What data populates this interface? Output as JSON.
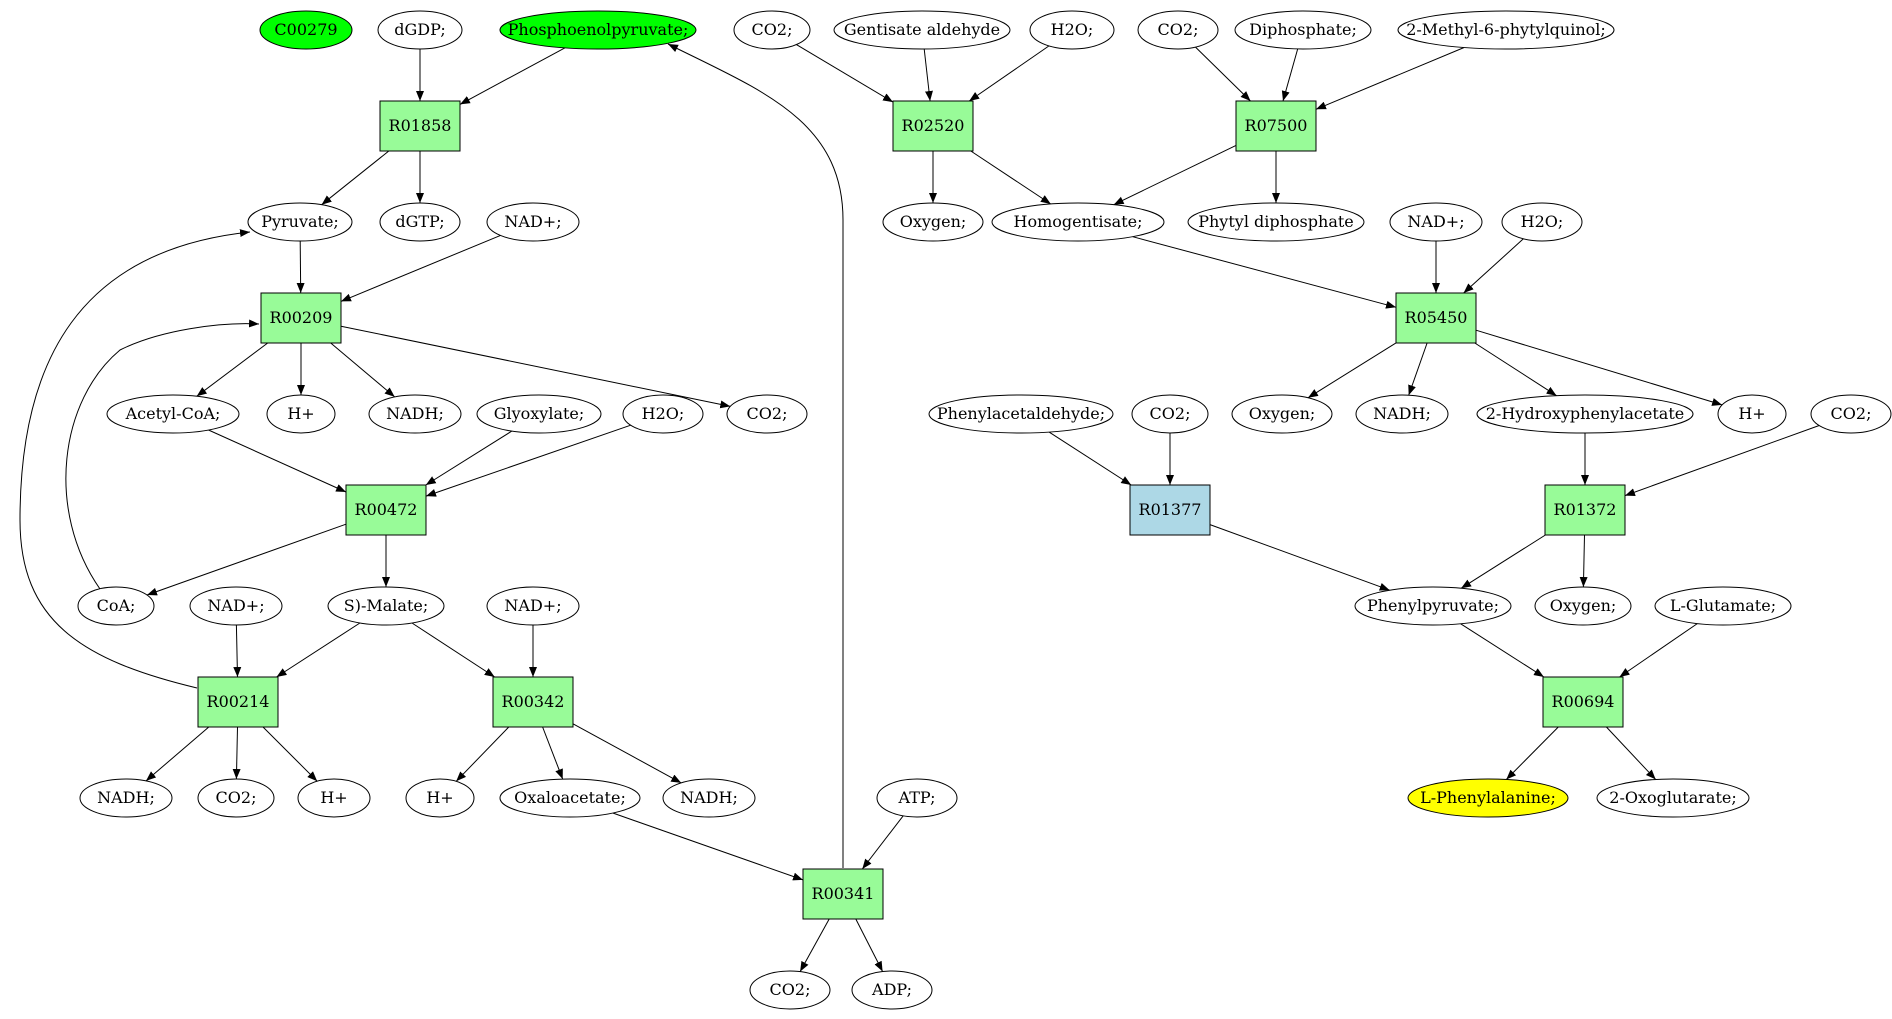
{
  "diagram": {
    "colors": {
      "reaction_default": "#98fb98",
      "reaction_alt": "#add8e6",
      "compound_default": "#ffffff",
      "compound_green": "#00ff00",
      "compound_yellow": "#ffff00",
      "stroke": "#000000"
    },
    "nodes": [
      {
        "id": "c_c00279",
        "kind": "compound",
        "label": "C00279",
        "fill": "green"
      },
      {
        "id": "c_dgdp",
        "kind": "compound",
        "label": "dGDP;"
      },
      {
        "id": "c_pep",
        "kind": "compound",
        "label": "Phosphoenolpyruvate;",
        "fill": "green"
      },
      {
        "id": "r_r01858",
        "kind": "reaction",
        "label": "R01858"
      },
      {
        "id": "c_pyruvate",
        "kind": "compound",
        "label": "Pyruvate;"
      },
      {
        "id": "c_dgtp",
        "kind": "compound",
        "label": "dGTP;"
      },
      {
        "id": "c_nad1",
        "kind": "compound",
        "label": "NAD+;"
      },
      {
        "id": "r_r00209",
        "kind": "reaction",
        "label": "R00209"
      },
      {
        "id": "c_acetylcoa",
        "kind": "compound",
        "label": "Acetyl-CoA;"
      },
      {
        "id": "c_h1",
        "kind": "compound",
        "label": "H+"
      },
      {
        "id": "c_nadh1",
        "kind": "compound",
        "label": "NADH;"
      },
      {
        "id": "c_glyoxylate",
        "kind": "compound",
        "label": "Glyoxylate;"
      },
      {
        "id": "c_h2o1",
        "kind": "compound",
        "label": "H2O;"
      },
      {
        "id": "c_co2_1",
        "kind": "compound",
        "label": "CO2;"
      },
      {
        "id": "r_r00472",
        "kind": "reaction",
        "label": "R00472"
      },
      {
        "id": "c_coa",
        "kind": "compound",
        "label": "CoA;"
      },
      {
        "id": "c_nad2",
        "kind": "compound",
        "label": "NAD+;"
      },
      {
        "id": "c_malate",
        "kind": "compound",
        "label": "S)-Malate;"
      },
      {
        "id": "c_nad3",
        "kind": "compound",
        "label": "NAD+;"
      },
      {
        "id": "r_r00214",
        "kind": "reaction",
        "label": "R00214"
      },
      {
        "id": "r_r00342",
        "kind": "reaction",
        "label": "R00342"
      },
      {
        "id": "c_nadh2",
        "kind": "compound",
        "label": "NADH;"
      },
      {
        "id": "c_co2_2",
        "kind": "compound",
        "label": "CO2;"
      },
      {
        "id": "c_h2",
        "kind": "compound",
        "label": "H+"
      },
      {
        "id": "c_h3",
        "kind": "compound",
        "label": "H+"
      },
      {
        "id": "c_oxaloacetate",
        "kind": "compound",
        "label": "Oxaloacetate;"
      },
      {
        "id": "c_nadh3",
        "kind": "compound",
        "label": "NADH;"
      },
      {
        "id": "c_atp",
        "kind": "compound",
        "label": "ATP;"
      },
      {
        "id": "r_r00341",
        "kind": "reaction",
        "label": "R00341"
      },
      {
        "id": "c_co2_3",
        "kind": "compound",
        "label": "CO2;"
      },
      {
        "id": "c_adp",
        "kind": "compound",
        "label": "ADP;"
      },
      {
        "id": "c_co2_4",
        "kind": "compound",
        "label": "CO2;"
      },
      {
        "id": "c_gentisate",
        "kind": "compound",
        "label": "Gentisate aldehyde"
      },
      {
        "id": "c_h2o2",
        "kind": "compound",
        "label": "H2O;"
      },
      {
        "id": "c_co2_5",
        "kind": "compound",
        "label": "CO2;"
      },
      {
        "id": "c_diphosphate",
        "kind": "compound",
        "label": "Diphosphate;"
      },
      {
        "id": "c_mpq",
        "kind": "compound",
        "label": "2-Methyl-6-phytylquinol;"
      },
      {
        "id": "r_r02520",
        "kind": "reaction",
        "label": "R02520"
      },
      {
        "id": "r_r07500",
        "kind": "reaction",
        "label": "R07500"
      },
      {
        "id": "c_oxygen1",
        "kind": "compound",
        "label": "Oxygen;"
      },
      {
        "id": "c_homogentisate",
        "kind": "compound",
        "label": "Homogentisate;"
      },
      {
        "id": "c_phytyl",
        "kind": "compound",
        "label": "Phytyl diphosphate"
      },
      {
        "id": "c_nad4",
        "kind": "compound",
        "label": "NAD+;"
      },
      {
        "id": "c_h2o3",
        "kind": "compound",
        "label": "H2O;"
      },
      {
        "id": "r_r05450",
        "kind": "reaction",
        "label": "R05450"
      },
      {
        "id": "c_phenylacetaldehyde",
        "kind": "compound",
        "label": "Phenylacetaldehyde;"
      },
      {
        "id": "c_co2_6",
        "kind": "compound",
        "label": "CO2;"
      },
      {
        "id": "c_oxygen2",
        "kind": "compound",
        "label": "Oxygen;"
      },
      {
        "id": "c_nadh4",
        "kind": "compound",
        "label": "NADH;"
      },
      {
        "id": "c_hpa",
        "kind": "compound",
        "label": "2-Hydroxyphenylacetate"
      },
      {
        "id": "c_h4",
        "kind": "compound",
        "label": "H+"
      },
      {
        "id": "c_co2_7",
        "kind": "compound",
        "label": "CO2;"
      },
      {
        "id": "r_r01377",
        "kind": "reaction",
        "label": "R01377",
        "fill": "alt"
      },
      {
        "id": "r_r01372",
        "kind": "reaction",
        "label": "R01372"
      },
      {
        "id": "c_phenylpyruvate",
        "kind": "compound",
        "label": "Phenylpyruvate;"
      },
      {
        "id": "c_oxygen3",
        "kind": "compound",
        "label": "Oxygen;"
      },
      {
        "id": "c_glutamate",
        "kind": "compound",
        "label": "L-Glutamate;"
      },
      {
        "id": "r_r00694",
        "kind": "reaction",
        "label": "R00694"
      },
      {
        "id": "c_phenylalanine",
        "kind": "compound",
        "label": "L-Phenylalanine;",
        "fill": "yellow"
      },
      {
        "id": "c_oxoglutarate",
        "kind": "compound",
        "label": "2-Oxoglutarate;"
      }
    ],
    "edges": [
      [
        "c_dgdp",
        "r_r01858"
      ],
      [
        "c_pep",
        "r_r01858"
      ],
      [
        "r_r01858",
        "c_pyruvate"
      ],
      [
        "r_r01858",
        "c_dgtp"
      ],
      [
        "c_pyruvate",
        "r_r00209"
      ],
      [
        "c_nad1",
        "r_r00209"
      ],
      [
        "r_r00209",
        "c_acetylcoa"
      ],
      [
        "r_r00209",
        "c_h1"
      ],
      [
        "r_r00209",
        "c_nadh1"
      ],
      [
        "r_r00209",
        "c_co2_1"
      ],
      [
        "c_acetylcoa",
        "r_r00472"
      ],
      [
        "c_glyoxylate",
        "r_r00472"
      ],
      [
        "c_h2o1",
        "r_r00472"
      ],
      [
        "r_r00472",
        "c_coa"
      ],
      [
        "r_r00472",
        "c_malate"
      ],
      [
        "c_coa",
        "r_r00209"
      ],
      [
        "c_nad2",
        "r_r00214"
      ],
      [
        "c_malate",
        "r_r00214"
      ],
      [
        "r_r00214",
        "c_nadh2"
      ],
      [
        "r_r00214",
        "c_co2_2"
      ],
      [
        "r_r00214",
        "c_h2"
      ],
      [
        "r_r00214",
        "c_pyruvate"
      ],
      [
        "c_malate",
        "r_r00342"
      ],
      [
        "c_nad3",
        "r_r00342"
      ],
      [
        "r_r00342",
        "c_h3"
      ],
      [
        "r_r00342",
        "c_oxaloacetate"
      ],
      [
        "r_r00342",
        "c_nadh3"
      ],
      [
        "c_oxaloacetate",
        "r_r00341"
      ],
      [
        "c_atp",
        "r_r00341"
      ],
      [
        "r_r00341",
        "c_co2_3"
      ],
      [
        "r_r00341",
        "c_adp"
      ],
      [
        "r_r00341",
        "c_pep"
      ],
      [
        "c_co2_4",
        "r_r02520"
      ],
      [
        "c_gentisate",
        "r_r02520"
      ],
      [
        "c_h2o2",
        "r_r02520"
      ],
      [
        "r_r02520",
        "c_oxygen1"
      ],
      [
        "r_r02520",
        "c_homogentisate"
      ],
      [
        "c_co2_5",
        "r_r07500"
      ],
      [
        "c_diphosphate",
        "r_r07500"
      ],
      [
        "c_mpq",
        "r_r07500"
      ],
      [
        "r_r07500",
        "c_homogentisate"
      ],
      [
        "r_r07500",
        "c_phytyl"
      ],
      [
        "c_homogentisate",
        "r_r05450"
      ],
      [
        "c_nad4",
        "r_r05450"
      ],
      [
        "c_h2o3",
        "r_r05450"
      ],
      [
        "r_r05450",
        "c_oxygen2"
      ],
      [
        "r_r05450",
        "c_nadh4"
      ],
      [
        "r_r05450",
        "c_hpa"
      ],
      [
        "r_r05450",
        "c_h4"
      ],
      [
        "c_phenylacetaldehyde",
        "r_r01377"
      ],
      [
        "c_co2_6",
        "r_r01377"
      ],
      [
        "r_r01377",
        "c_phenylpyruvate"
      ],
      [
        "c_hpa",
        "r_r01372"
      ],
      [
        "c_co2_7",
        "r_r01372"
      ],
      [
        "r_r01372",
        "c_phenylpyruvate"
      ],
      [
        "r_r01372",
        "c_oxygen3"
      ],
      [
        "c_phenylpyruvate",
        "r_r00694"
      ],
      [
        "c_glutamate",
        "r_r00694"
      ],
      [
        "r_r00694",
        "c_phenylalanine"
      ],
      [
        "r_r00694",
        "c_oxoglutarate"
      ]
    ]
  }
}
